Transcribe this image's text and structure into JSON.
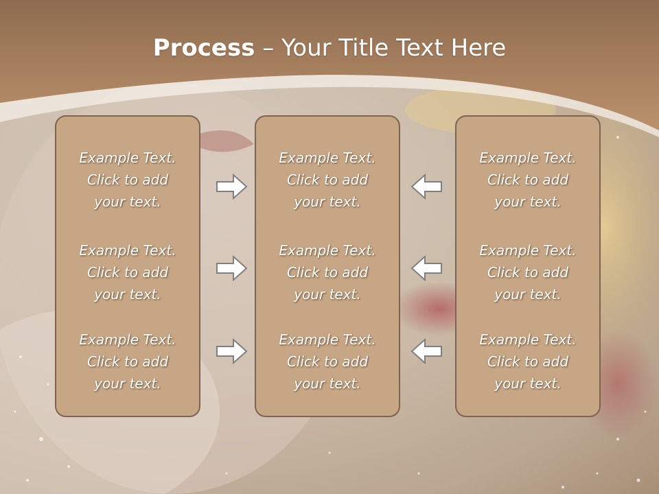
{
  "title": {
    "bold": "Process",
    "rest": " – Your Title Text Here"
  },
  "panels": [
    {
      "items": [
        {
          "line1": "Example Text.",
          "line2": "Click  to add",
          "line3": "your text."
        },
        {
          "line1": "Example Text.",
          "line2": "Click  to add",
          "line3": "your text."
        },
        {
          "line1": "Example Text.",
          "line2": "Click  to add",
          "line3": "your text."
        }
      ]
    },
    {
      "items": [
        {
          "line1": "Example Text.",
          "line2": "Click  to add",
          "line3": "your text."
        },
        {
          "line1": "Example Text.",
          "line2": "Click  to add",
          "line3": "your text."
        },
        {
          "line1": "Example Text.",
          "line2": "Click  to add",
          "line3": "your text."
        }
      ]
    },
    {
      "items": [
        {
          "line1": "Example Text.",
          "line2": "Click  to add",
          "line3": "your text."
        },
        {
          "line1": "Example Text.",
          "line2": "Click  to add",
          "line3": "your text."
        },
        {
          "line1": "Example Text.",
          "line2": "Click  to add",
          "line3": "your text."
        }
      ]
    }
  ],
  "arrows": {
    "left_column": [
      "right-arrow-icon",
      "right-arrow-icon",
      "right-arrow-icon"
    ],
    "right_column": [
      "left-arrow-icon",
      "left-arrow-icon",
      "left-arrow-icon"
    ]
  },
  "colors": {
    "header": "#a87f5c",
    "panel_fill": "#c6a685",
    "panel_border": "#7d6450",
    "text": "#ffffff"
  }
}
